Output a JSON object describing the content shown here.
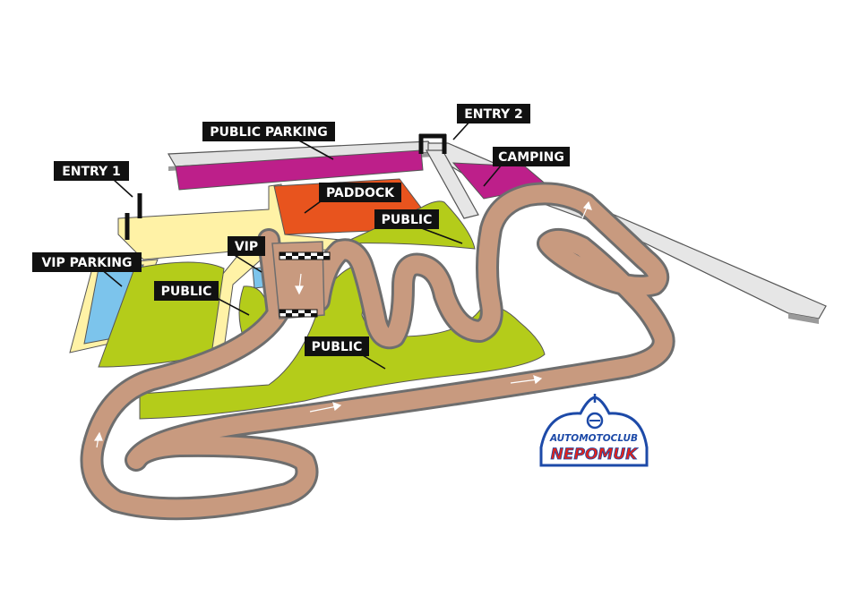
{
  "labels": {
    "public_parking": "PUBLIC PARKING",
    "entry_1": "ENTRY 1",
    "entry_2": "ENTRY 2",
    "camping": "CAMPING",
    "paddock": "PADDOCK",
    "vip": "VIP",
    "vip_parking": "VIP PARKING",
    "public_north": "PUBLIC",
    "public_west": "PUBLIC",
    "public_center": "PUBLIC"
  },
  "logo": {
    "line1": "AUTOMOTOCLUB",
    "line2": "NEPOMUK"
  },
  "colors": {
    "track": "#c89a7f",
    "track_edge": "#6e6e6e",
    "grass": "#b4cc1a",
    "parking": "#bd1f8a",
    "paddock": "#e8541e",
    "vip": "#7cc4ec",
    "path": "#fff2a8",
    "road": "#e6e6e6",
    "label_bg": "#111111",
    "label_text": "#ffffff",
    "logo_blue": "#1d4aa8",
    "logo_red": "#e2231a"
  }
}
